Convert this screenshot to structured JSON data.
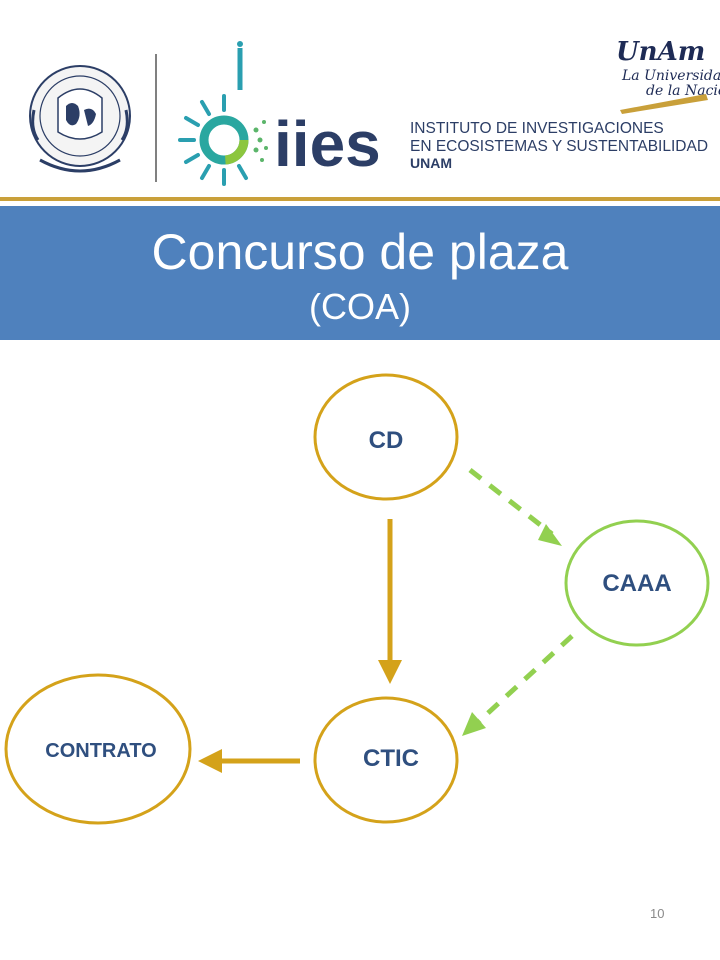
{
  "header": {
    "institute_lines": [
      "INSTITUTO DE INVESTIGACIONES",
      "EN ECOSISTEMAS Y SUSTENTABILIDAD",
      "UNAM"
    ],
    "iies_wordmark": "iies",
    "unam_logo_text": "UnAm",
    "unam_tagline_1": "La Universidad",
    "unam_tagline_2": "de la Nación"
  },
  "slide": {
    "title": "Concurso de plaza",
    "subtitle": "(COA)",
    "page_number": "10"
  },
  "diagram": {
    "nodes": {
      "cd": "CD",
      "caaa": "CAAA",
      "ctic": "CTIC",
      "contrato": "CONTRATO"
    },
    "colors": {
      "gold": "#d4a21a",
      "green": "#92d050",
      "label": "#2f4f7f",
      "banner": "#4f81bd"
    }
  }
}
